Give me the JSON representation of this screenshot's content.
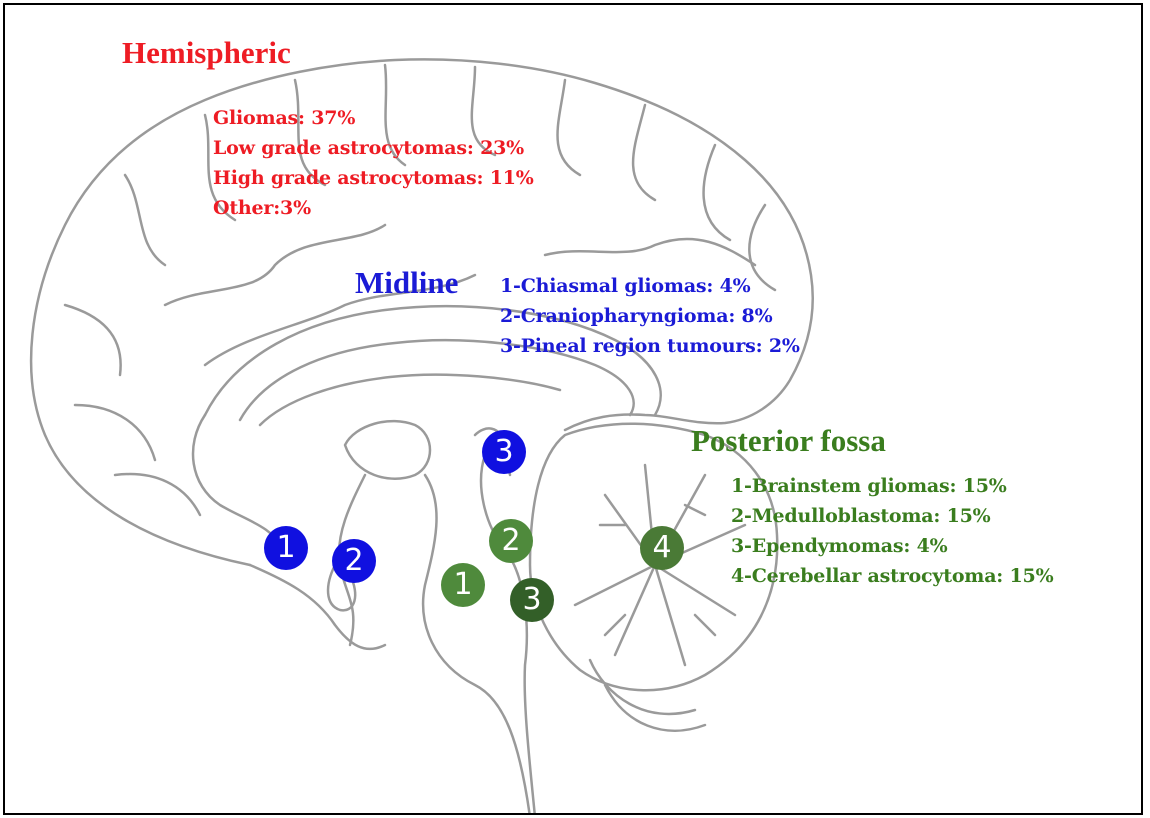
{
  "colors": {
    "hemispheric": "#ee1c24",
    "midline": "#1b1bd6",
    "posterior": "#3a7d1e",
    "marker_blue": "#1010e0",
    "marker_green_light": "#4f8a3c",
    "marker_green_dark": "#335f28",
    "outline": "#9a9a9a"
  },
  "hemispheric": {
    "title": "Hemispheric",
    "items": [
      "Gliomas: 37%",
      "Low grade astrocytomas: 23%",
      "High grade astrocytomas: 11%",
      "Other:3%"
    ]
  },
  "midline": {
    "title": "Midline",
    "items": [
      "1-Chiasmal gliomas: 4%",
      "2-Craniopharyngioma: 8%",
      "3-Pineal region tumours: 2%"
    ]
  },
  "posterior": {
    "title": "Posterior fossa",
    "items": [
      "1-Brainstem gliomas: 15%",
      "2-Medulloblastoma: 15%",
      "3-Ependymomas: 4%",
      "4-Cerebellar astrocytoma: 15%"
    ]
  },
  "markers": {
    "midline_1": "1",
    "midline_2": "2",
    "midline_3": "3",
    "posterior_1": "1",
    "posterior_2": "2",
    "posterior_3": "3",
    "posterior_4": "4"
  }
}
